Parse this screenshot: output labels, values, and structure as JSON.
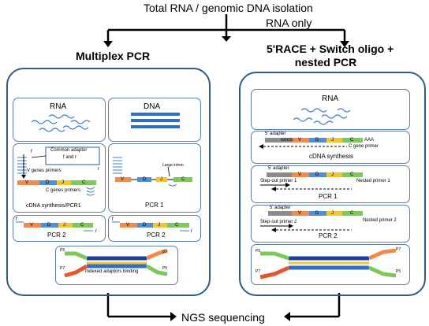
{
  "header": {
    "title": "Total RNA / genomic DNA isolation",
    "rna_only": "RNA only"
  },
  "left": {
    "title": "Multiplex PCR",
    "rna": "RNA",
    "dna": "DNA",
    "common_adaptor": "Common adaptor",
    "common_adaptor_fr": "f and r",
    "f": "f",
    "r": "r",
    "v_genes_primers": "V genes primers",
    "c_genes_primers": "C genes primers",
    "cdna_pcr1": "cDNA synthesis/PCR1",
    "large_intron": "Large intron",
    "pcr1": "PCR 1",
    "pcr2": "PCR 2",
    "indexed": "Indexed adaptors binding",
    "segments": [
      "V",
      "D",
      "J",
      "C"
    ],
    "p5": "P5",
    "p7": "P7"
  },
  "right": {
    "title_line1": "5'RACE + Switch oligo +",
    "title_line2": "nested PCR",
    "rna": "RNA",
    "adapter": "5' adapter",
    "ggg": "GGGG",
    "aaa": "AAA",
    "c_gene_primer": "C gene primer",
    "cdna_synthesis": "cDNA synthesis",
    "step_out_1": "Step-out primer 1",
    "nested_1": "Nested primer 1",
    "pcr1": "PCR 1",
    "step_out_2": "Step-out primer 2",
    "nested_2": "Nested primer 2",
    "pcr2": "PCR 2",
    "p5": "P5",
    "p7": "P7"
  },
  "footer": {
    "ngs": "NGS sequencing"
  },
  "colors": {
    "v": "#f28a4b",
    "d": "#4f8fd6",
    "j": "#f5c531",
    "c": "#7cc85a",
    "grey": "#8c8c8c",
    "panel_border": "#2d5b8a",
    "dna_blue": "#2e6fc4",
    "wave": "#3a7fd0"
  }
}
